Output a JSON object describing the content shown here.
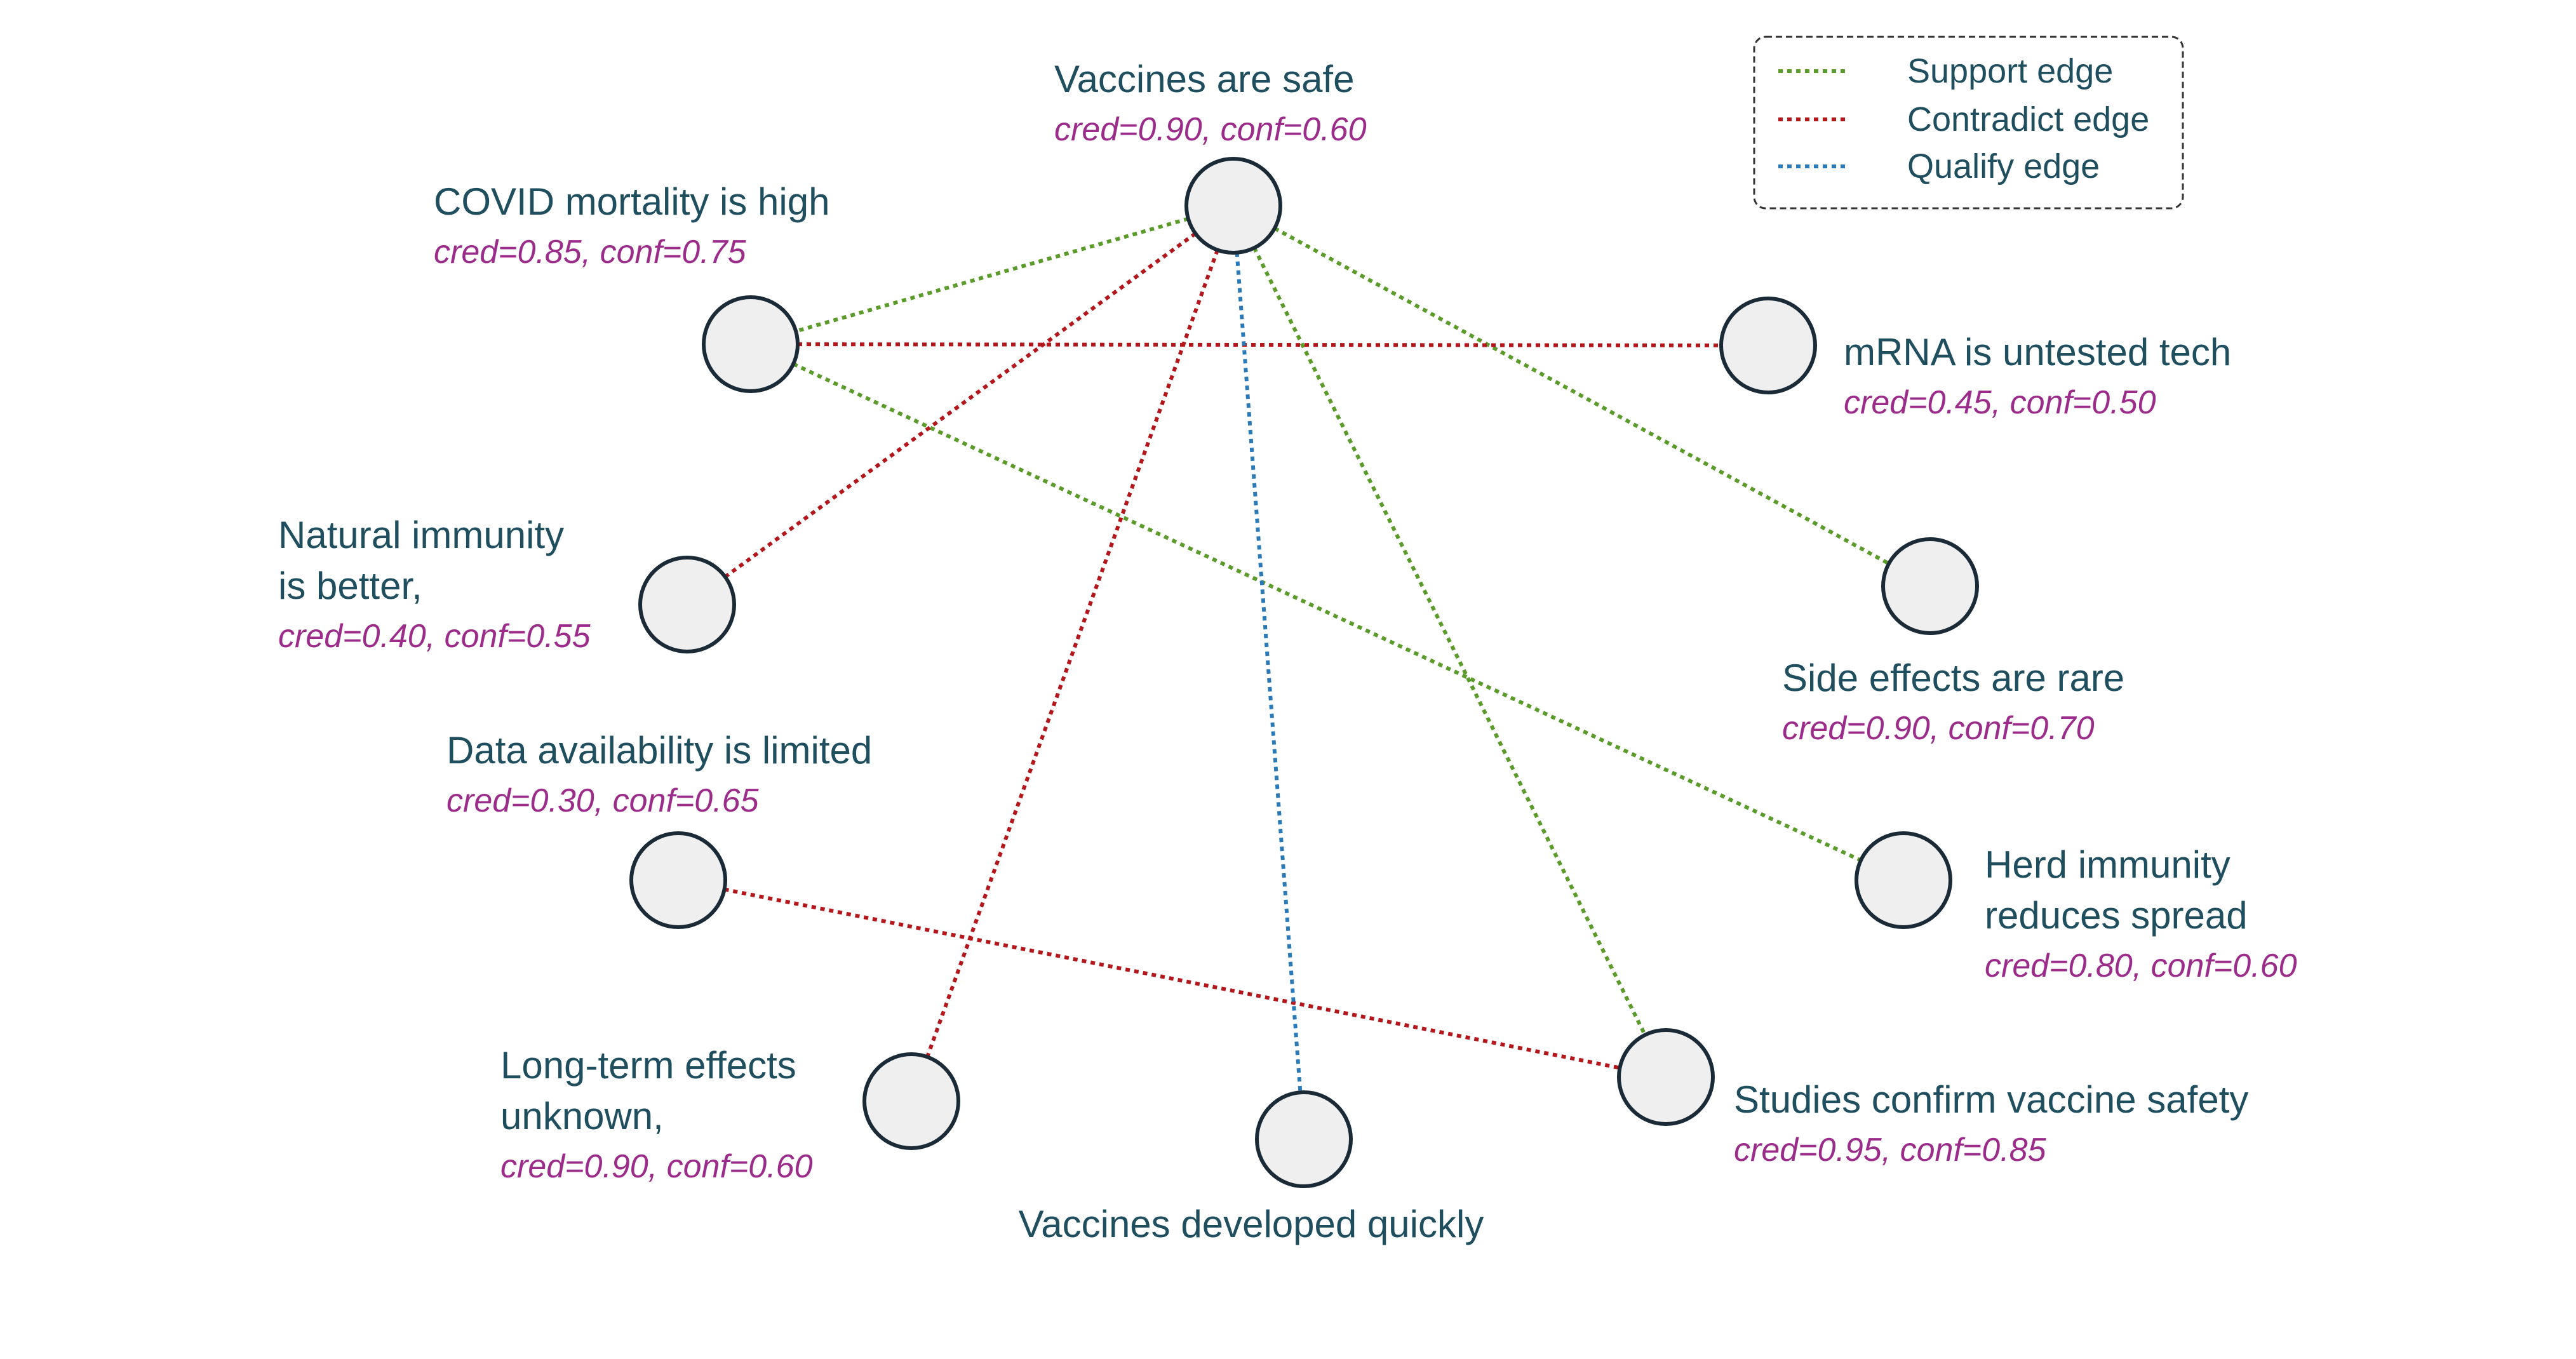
{
  "colors": {
    "support": "#5a9b2a",
    "contradict": "#b3171c",
    "qualify": "#2a7ab8"
  },
  "legend": {
    "support_label": "Support edge",
    "contradict_label": "Contradict edge",
    "qualify_label": "Qualify edge"
  },
  "nodes": [
    {
      "id": "safe",
      "lines": [
        "Vaccines are safe"
      ],
      "metric": "cred=0.90, conf=0.60"
    },
    {
      "id": "mortality",
      "lines": [
        "COVID mortality is high"
      ],
      "metric": "cred=0.85, conf=0.75"
    },
    {
      "id": "mrna",
      "lines": [
        "mRNA is untested tech"
      ],
      "metric": "cred=0.45, conf=0.50"
    },
    {
      "id": "natural",
      "lines": [
        "Natural immunity",
        " is better,"
      ],
      "metric": "cred=0.40,  conf=0.55"
    },
    {
      "id": "side",
      "lines": [
        "Side effects are rare"
      ],
      "metric": "cred=0.90, conf=0.70"
    },
    {
      "id": "data",
      "lines": [
        "Data availability is limited"
      ],
      "metric": "cred=0.30, conf=0.65"
    },
    {
      "id": "herd",
      "lines": [
        "Herd immunity",
        "reduces spread"
      ],
      "metric": "cred=0.80, conf=0.60"
    },
    {
      "id": "longterm",
      "lines": [
        "Long-term effects",
        "unknown,"
      ],
      "metric": "cred=0.90, conf=0.60"
    },
    {
      "id": "quick",
      "lines": [
        "Vaccines developed quickly"
      ],
      "metric": ""
    },
    {
      "id": "studies",
      "lines": [
        "Studies confirm vaccine safety"
      ],
      "metric": "cred=0.95, conf=0.85"
    }
  ],
  "edges": [
    {
      "from": "safe",
      "to": "mortality",
      "type": "support"
    },
    {
      "from": "safe",
      "to": "side",
      "type": "support"
    },
    {
      "from": "safe",
      "to": "studies",
      "type": "support"
    },
    {
      "from": "mortality",
      "to": "herd",
      "type": "support"
    },
    {
      "from": "mortality",
      "to": "mrna",
      "type": "contradict"
    },
    {
      "from": "safe",
      "to": "natural",
      "type": "contradict"
    },
    {
      "from": "safe",
      "to": "longterm",
      "type": "contradict"
    },
    {
      "from": "data",
      "to": "studies",
      "type": "contradict"
    },
    {
      "from": "safe",
      "to": "quick",
      "type": "qualify"
    }
  ]
}
